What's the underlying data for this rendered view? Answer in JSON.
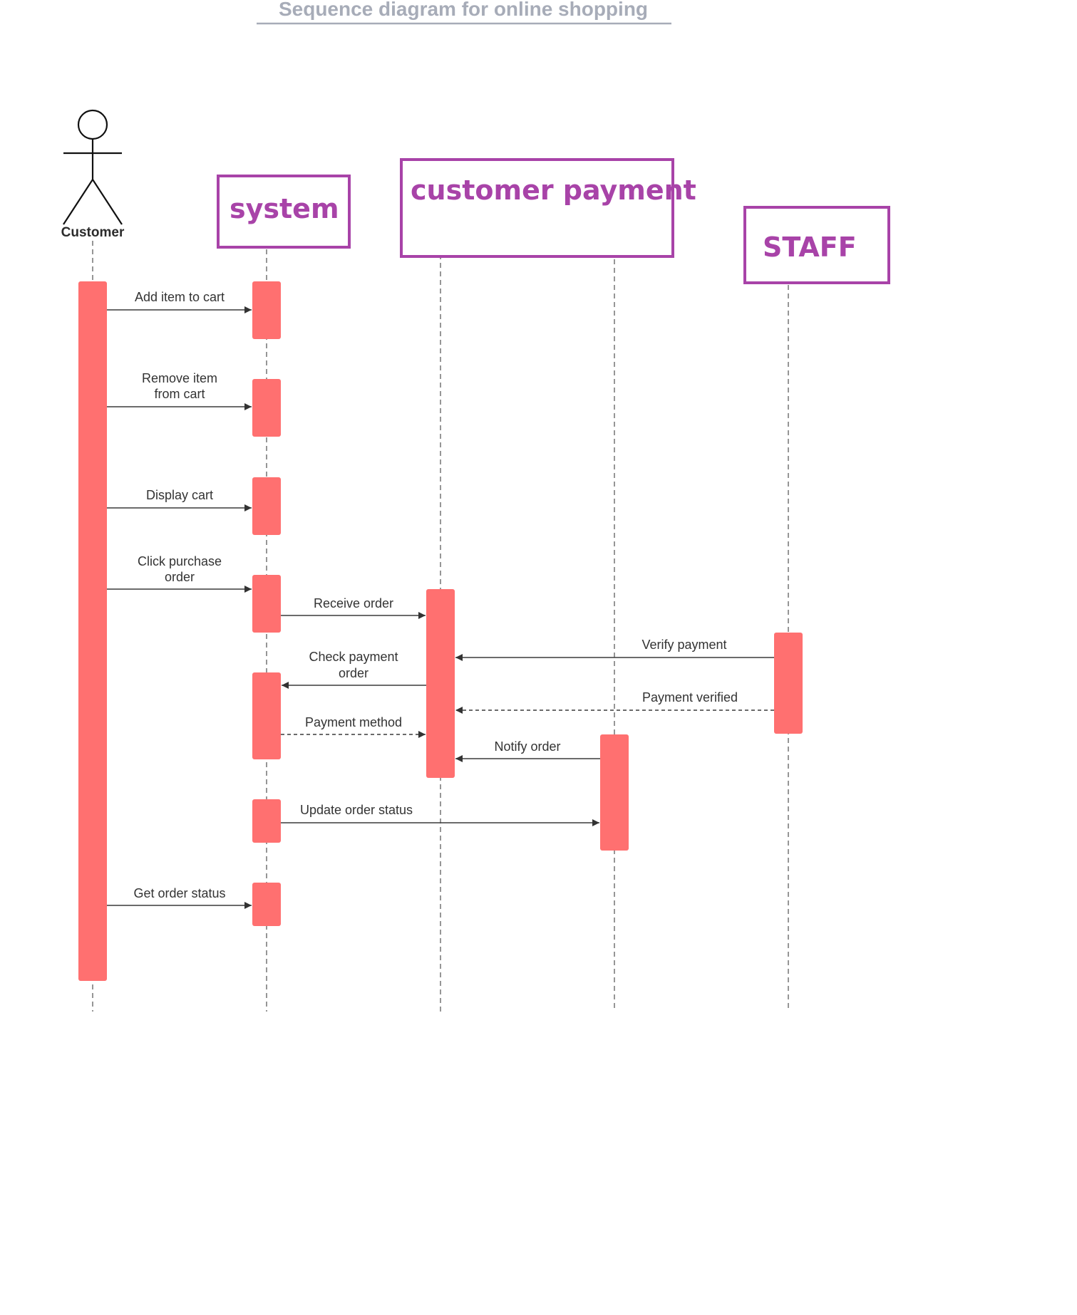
{
  "title": "Sequence diagram for online shopping",
  "colors": {
    "activation": "#ff7070",
    "participant_border": "#a843a8",
    "participant_text": "#a843a8",
    "title": "#a7acb8"
  },
  "actor": {
    "name": "Customer",
    "icon": "stick-figure-icon"
  },
  "participants": {
    "system": "system",
    "payment": "customer payment",
    "staff": "STAFF"
  },
  "messages": {
    "m1": "Add item to cart",
    "m2_line1": "Remove item",
    "m2_line2": "from cart",
    "m3": "Display cart",
    "m4_line1": "Click purchase",
    "m4_line2": "order",
    "m5": "Receive order",
    "m6": "Verify payment",
    "m7_line1": "Check payment",
    "m7_line2": "order",
    "m8": "Payment verified",
    "m9": "Payment method",
    "m10": "Notify order",
    "m11": "Update order status",
    "m12": "Get order status"
  }
}
